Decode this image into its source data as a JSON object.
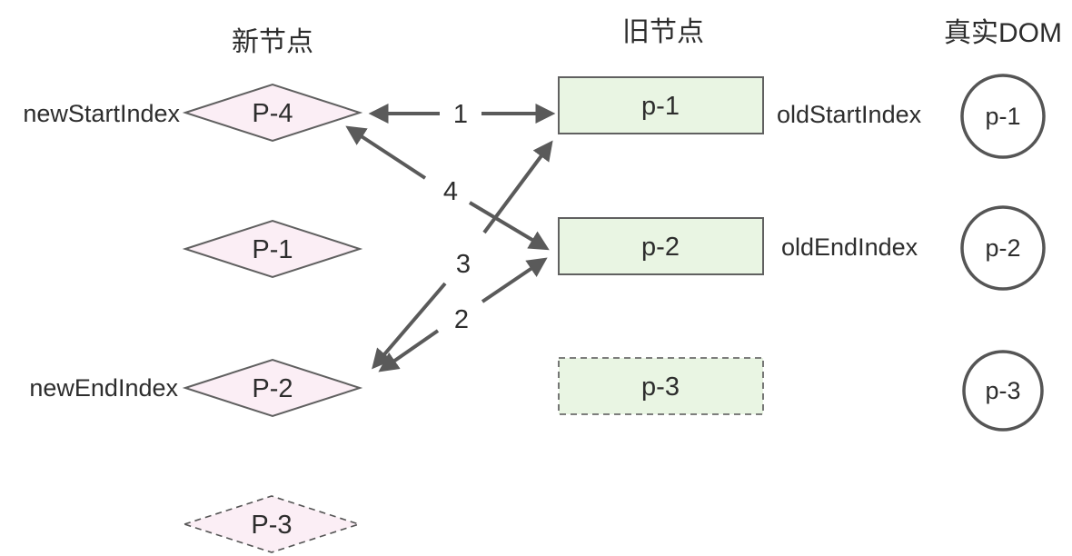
{
  "diagram": {
    "columns": {
      "new_nodes": "新节点",
      "old_nodes": "旧节点",
      "real_dom": "真实DOM"
    },
    "pointers": {
      "new_start": "newStartIndex",
      "new_end": "newEndIndex",
      "old_start": "oldStartIndex",
      "old_end": "oldEndIndex"
    },
    "new_nodes": [
      {
        "label": "P-4",
        "style": "solid"
      },
      {
        "label": "P-1",
        "style": "solid"
      },
      {
        "label": "P-2",
        "style": "solid"
      },
      {
        "label": "P-3",
        "style": "dashed"
      }
    ],
    "old_nodes": [
      {
        "label": "p-1",
        "style": "solid"
      },
      {
        "label": "p-2",
        "style": "solid"
      },
      {
        "label": "p-3",
        "style": "dashed"
      }
    ],
    "real_dom_nodes": [
      {
        "label": "p-1"
      },
      {
        "label": "p-2"
      },
      {
        "label": "p-3"
      }
    ],
    "comparisons": [
      {
        "step": "1",
        "between": [
          "P-4",
          "p-1"
        ]
      },
      {
        "step": "2",
        "between": [
          "P-2",
          "p-2"
        ]
      },
      {
        "step": "3",
        "between": [
          "P-2",
          "p-1"
        ]
      },
      {
        "step": "4",
        "between": [
          "P-4",
          "p-2"
        ]
      }
    ],
    "colors": {
      "new_node_fill": "#fbeef5",
      "old_node_fill": "#e9f5e3",
      "outline": "#606060",
      "arrow": "#5a5a5a",
      "text": "#2d2d2d"
    }
  }
}
